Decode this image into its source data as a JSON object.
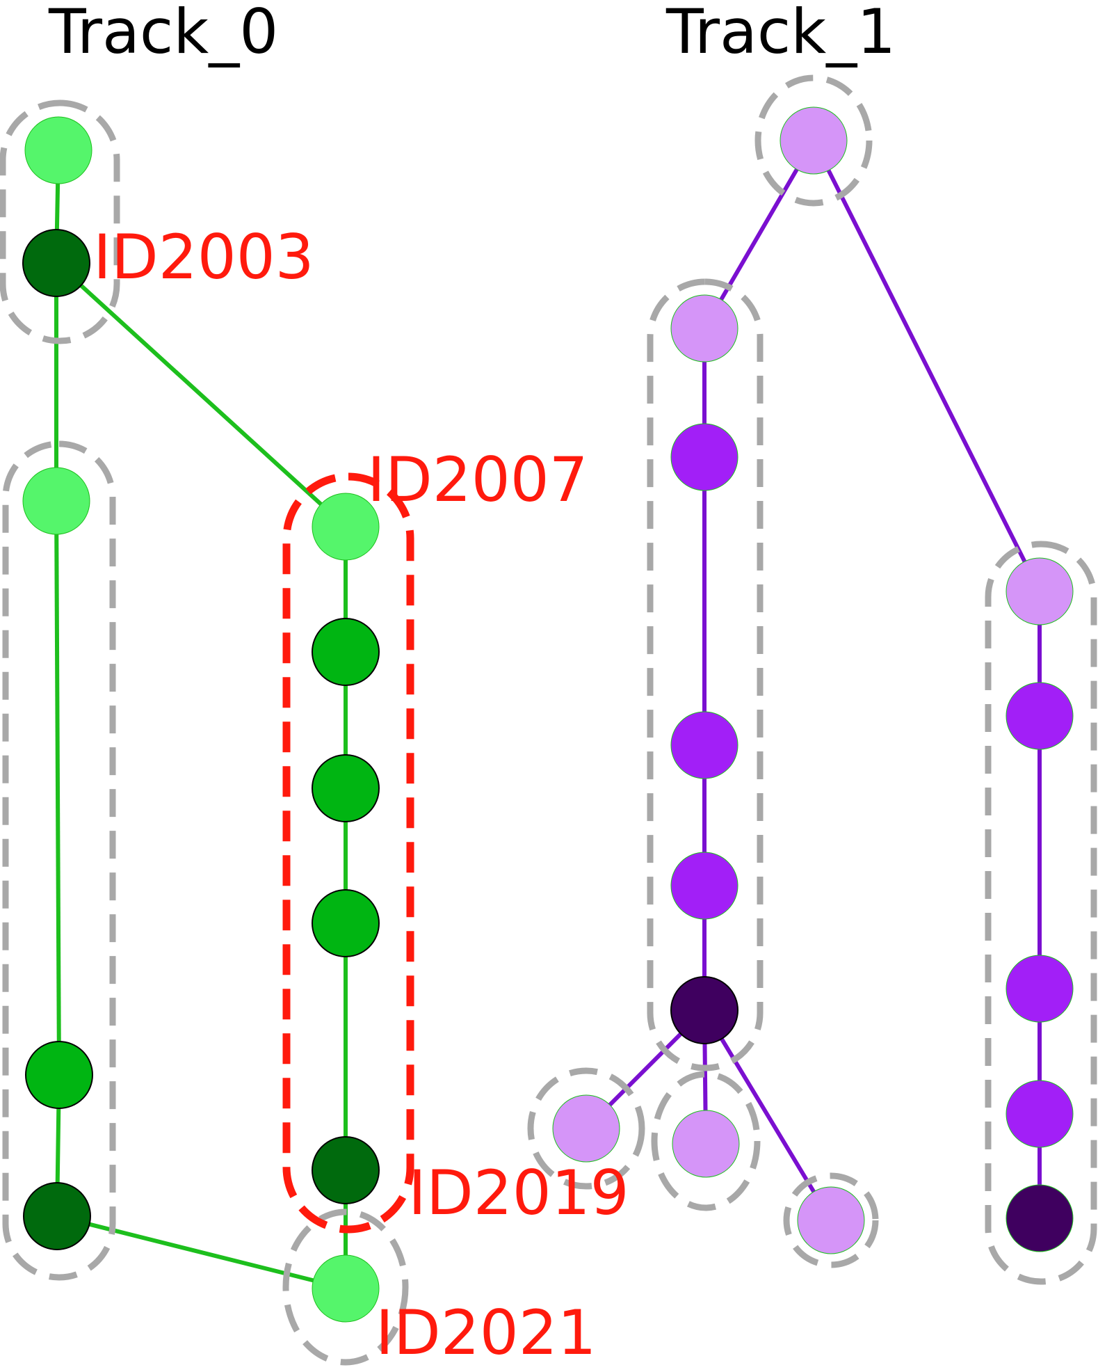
{
  "titles": {
    "track0": "Track_0",
    "track1": "Track_1"
  },
  "labels": {
    "id2003": "ID2003",
    "id2007": "ID2007",
    "id2019": "ID2019",
    "id2021": "ID2021"
  },
  "colors": {
    "track0_edge": "#1dbf1d",
    "track1_edge": "#7a0fd0",
    "green_light": "#55f56b",
    "green_mid": "#00b512",
    "green_dark": "#006a0d",
    "purple_light": "#d595f8",
    "purple_mid": "#a21ff7",
    "purple_dark": "#3f005f",
    "group_outline": "#a8a8a8",
    "highlight": "#ff1a0d",
    "label_text": "#ff1a0d"
  }
}
